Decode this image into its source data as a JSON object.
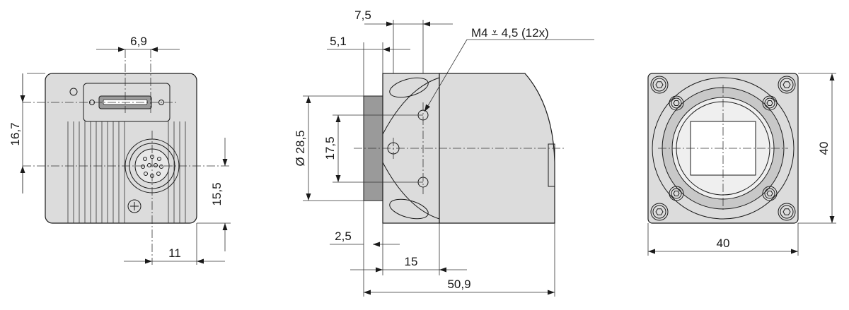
{
  "labels": {
    "usb_width": "6,9",
    "height_usb": "16,7",
    "height_conn": "15,5",
    "conn_offset": "11",
    "depth_75": "7,5",
    "depth_51": "5,1",
    "thread_note": "M4 ⩡ 4,5 (12x)",
    "diameter": "Ø 28,5",
    "hole_spacing": "17,5",
    "flange_25": "2,5",
    "depth_15": "15",
    "total_length": "50,9",
    "front_width": "40",
    "front_height": "40"
  },
  "colors": {
    "line": "#1a1a1a",
    "body": "#dcdcdc",
    "background": "#ffffff"
  }
}
